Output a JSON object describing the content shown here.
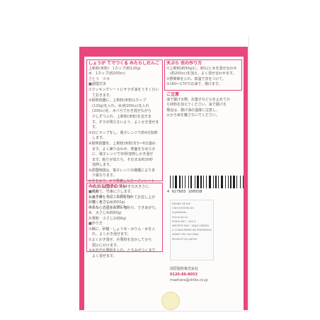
{
  "left_column": {
    "heading": "しょうが てでつくる みたらしだんご",
    "lines": [
      "上新粉(米粉)　1カップ(約120g)",
      "水　1カップ(約200cc)",
      "さとう　少々",
      "■調理方法",
      "①クッキングシートにサラダ油をうすくひい",
      "　ておきます。",
      "②耐熱容器に、上新粉(米粉)1カップ",
      "　(120g)を入れ、水(約200cc)を入れ",
      "　(200cc)を、木べらでかき混ぜながら",
      "　少しずつ入れ、上新粉(米粉)を溶きま",
      "　す。ダマが残らないよう、よくかき混ぜま",
      "　す。",
      "③のにラップをし、電子レンジで約4分加熱",
      "　します。",
      "④耐熱容器を、上新粉(米粉)を5〜6分温め",
      "　ます。よく練り合わせ、表面をなめらか",
      "　に、電子レンジで30秒加熱しかき混ぜ",
      "　ます。粘りが出たら、そのまま約30秒",
      "　加熱します。",
      "※調理時間は、電子レンジの機種により多",
      "　少異なります。",
      "⑤手を水で、⑥で準備したオーブンシート",
      "　の上に取り出し、お好きな大きさに、",
      "　丸めて、竹串にさします。",
      "⑥焼き目をつけ、たれをかけてお召し上が",
      "　りください。",
      "⑦みたらし団子のタレをかけ、できあがり。"
    ],
    "tare_heading": "みたらし団子のタレ",
    "tare_lines": [
      "■材料",
      "しょうゆ　大さじ1(約17g)",
      "砂糖　大さじ4(約50g)",
      "みりん　大さじ1(約17g)",
      "水　大さじ4(約60g)",
      "片栗粉　小さじ2(約6g)",
      "■作り方",
      "①鍋に、砂糖・しょうゆ・みりん・水を入",
      "　れ、よくかき混ぜます。",
      "②よくかき混ぜ、片栗粉を溶かしてから",
      "　弱火にかけます。",
      "③水溶き片栗粉を入れ、とろみがつくまで",
      "　よく混ぜます。"
    ]
  },
  "right_column": {
    "heading": "天ぷら 衣の作り方",
    "lines": [
      "①上新粉(約90g)に、卵(L)と水を混ぜ合わせ",
      "　(約200cc)を加え、よく混ぜ合わせます。",
      "②野菜等を入れ、高温で衣をつけて、",
      "③160〜170℃の油で、揚げます。"
    ],
    "notice_heading": "ご注意",
    "notice_lines": [
      "油で揚げる際、お菓子など火を止めてか",
      "ら材料を加えてください。油で揚げる",
      "場合は、揚げ油の温度に注意し、",
      "火から目を離さないでください。"
    ]
  },
  "barcode": {
    "number": "4 927803 100038"
  },
  "label": {
    "lines": [
      "FARINE DE RIZ",
      "OSHI JYOSHIN KO",
      "Ingrédients :",
      "Farine de riz",
      "POIDS NET : 200 G",
      "IMPORTE PAR : TANG FRERES",
      "A CONSOMMER DE PREFERENCE",
      "AVANT FIN: Voir Date",
      "PRODUIT DU JAPON"
    ]
  },
  "maker": {
    "name": "前原製粉株式会社",
    "tel": "0120-89-8053",
    "url": "maehara@shiko.co.jp"
  },
  "colors": {
    "accent": "#e8467c",
    "text": "#6a6360",
    "package": "#fdfcfb"
  }
}
